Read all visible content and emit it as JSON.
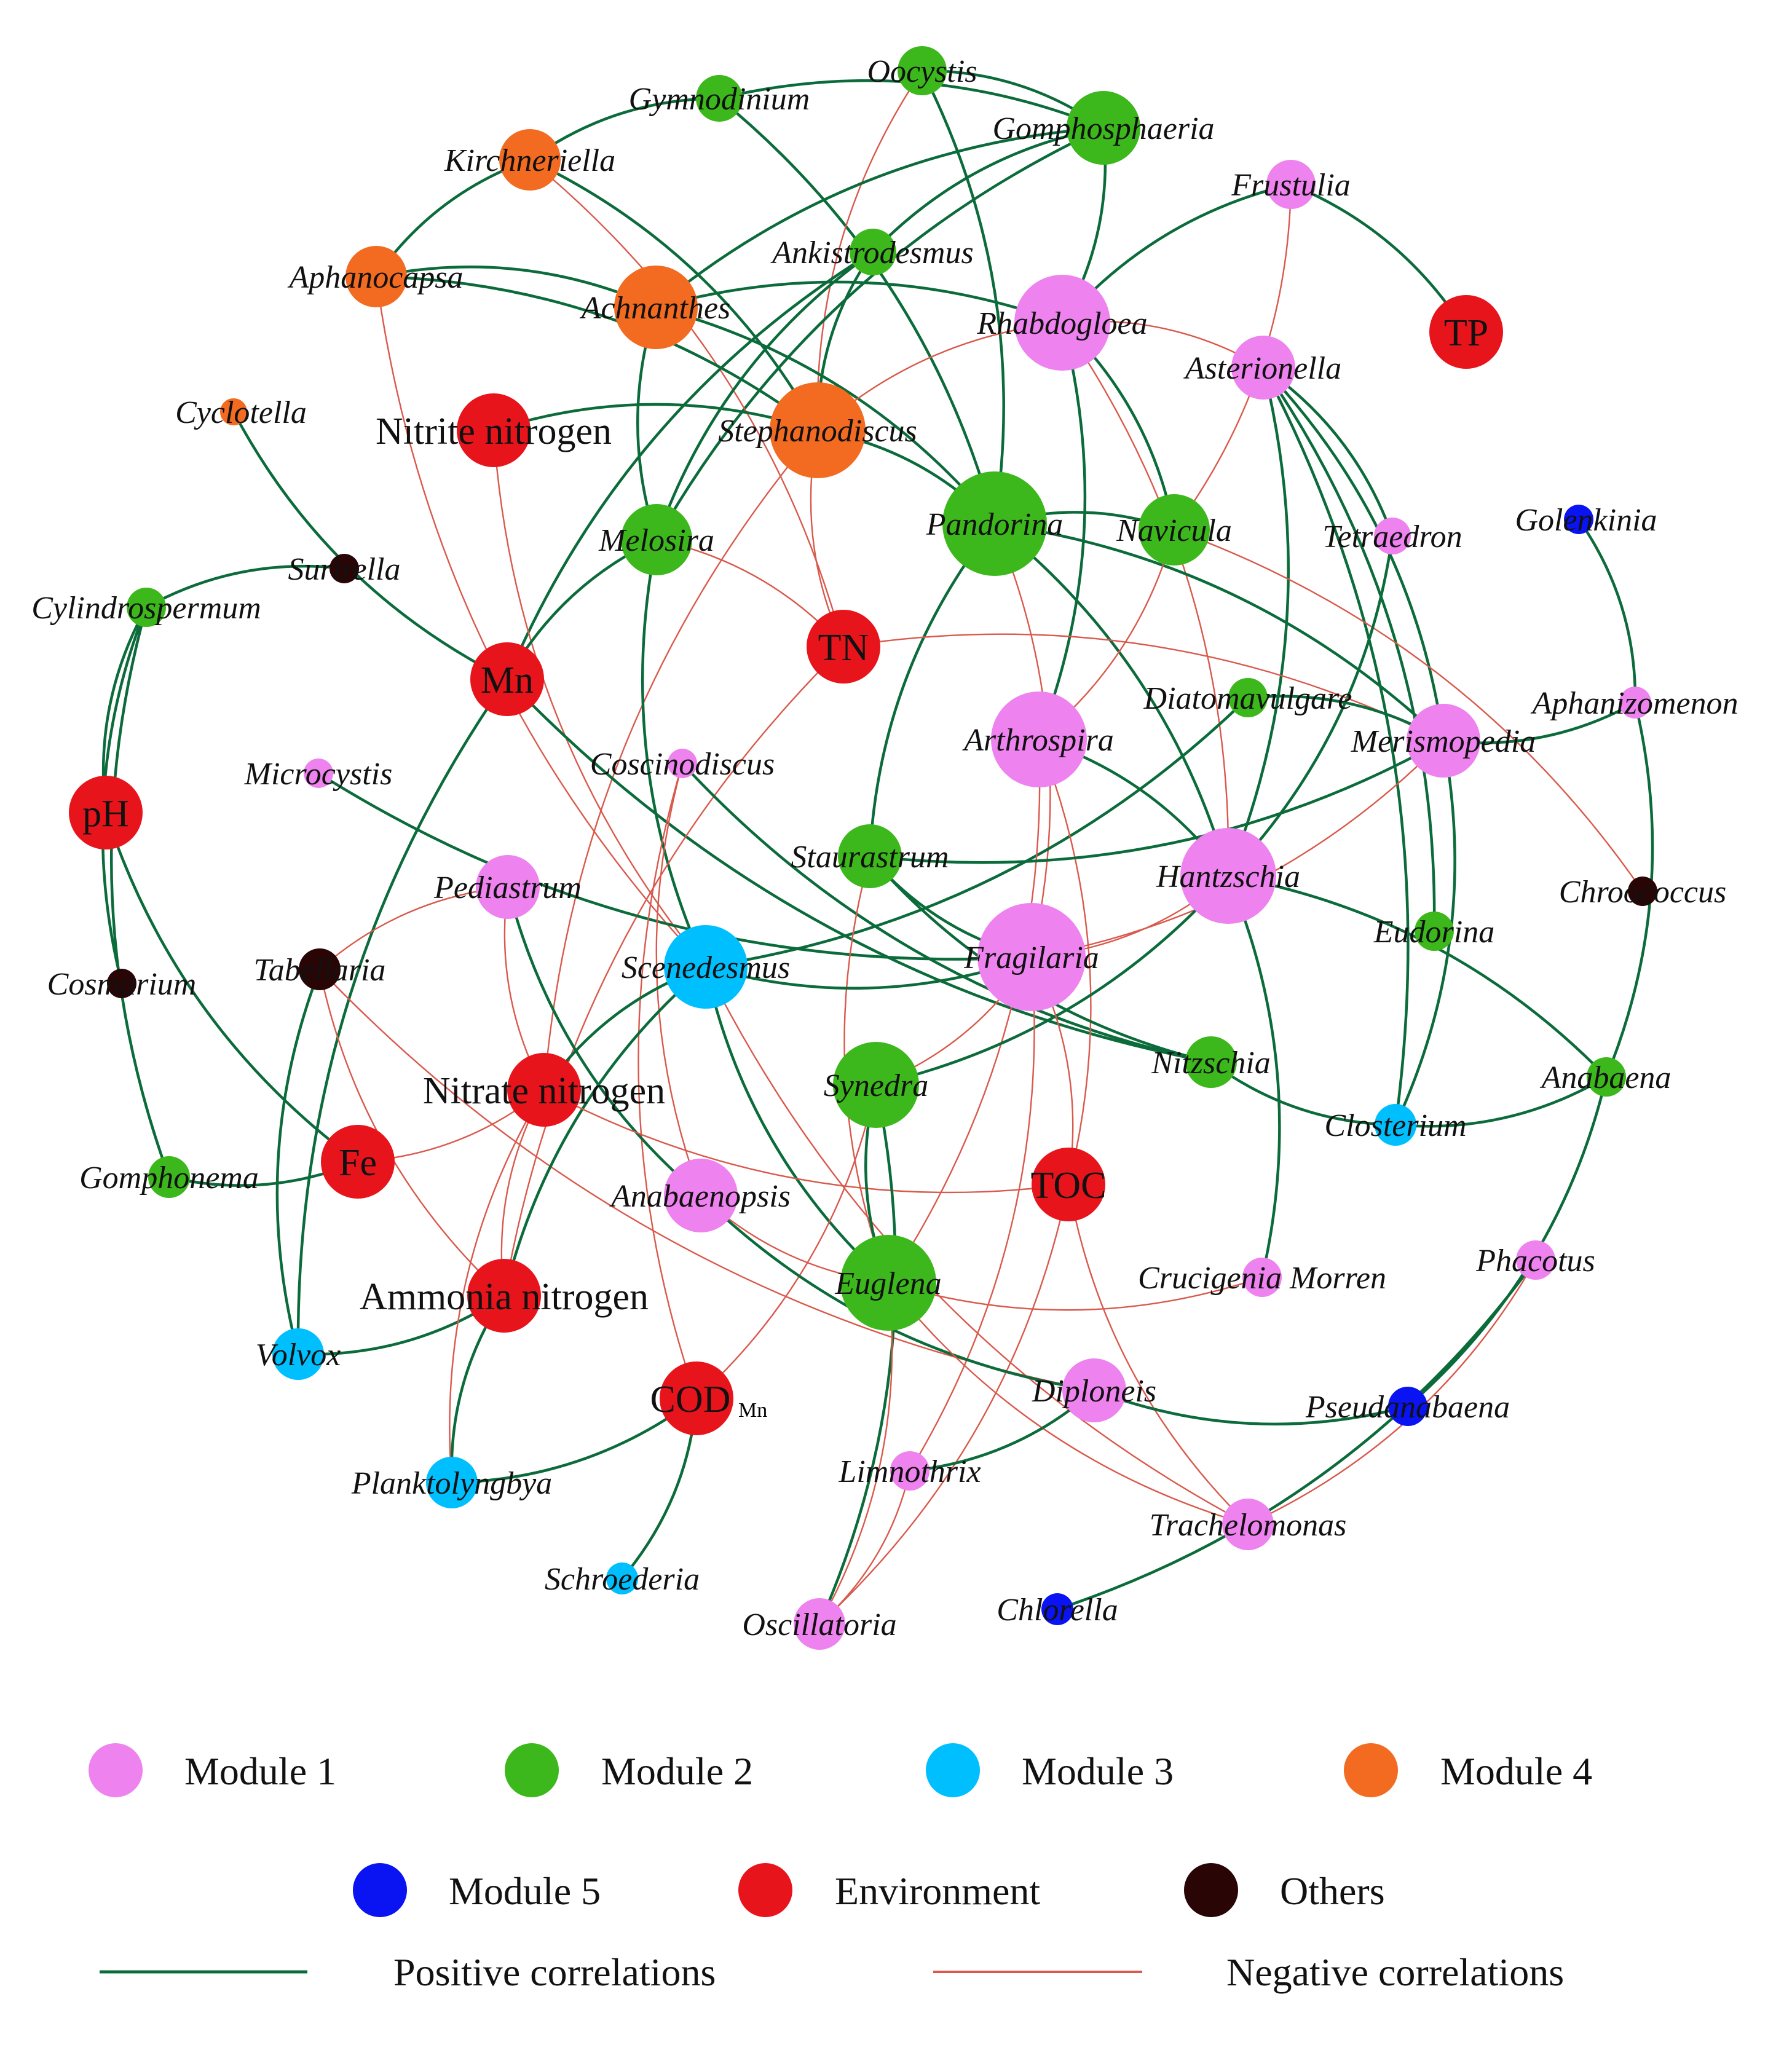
{
  "colors": {
    "module1": "#ee82ee",
    "module2": "#3cb81c",
    "module3": "#00bfff",
    "module4": "#f26b21",
    "module5": "#0a13f2",
    "environment": "#e8141b",
    "others": "#2a0505",
    "positive": "#0b6b3a",
    "negative": "#d9594c"
  },
  "nodes": [
    {
      "id": "Oocystis",
      "label": "Oocystis",
      "group": "module2"
    },
    {
      "id": "Gymnodinium",
      "label": "Gymnodinium",
      "group": "module2"
    },
    {
      "id": "Gomphosphaeria",
      "label": "Gomphosphaeria",
      "group": "module2"
    },
    {
      "id": "Kirchneriella",
      "label": "Kirchneriella",
      "group": "module4"
    },
    {
      "id": "Frustulia",
      "label": "Frustulia",
      "group": "module1"
    },
    {
      "id": "Ankistrodesmus",
      "label": "Ankistrodesmus",
      "group": "module2"
    },
    {
      "id": "Aphanocapsa",
      "label": "Aphanocapsa",
      "group": "module4"
    },
    {
      "id": "Achnanthes",
      "label": "Achnanthes",
      "group": "module4"
    },
    {
      "id": "Rhabdogloea",
      "label": "Rhabdogloea",
      "group": "module1"
    },
    {
      "id": "TP",
      "label": "TP",
      "group": "environment"
    },
    {
      "id": "Asterionella",
      "label": "Asterionella",
      "group": "module1"
    },
    {
      "id": "Cyclotella",
      "label": "Cyclotella",
      "group": "module4"
    },
    {
      "id": "Nitrite",
      "label": "Nitrite nitrogen",
      "group": "environment"
    },
    {
      "id": "Stephanodiscus",
      "label": "Stephanodiscus",
      "group": "module4"
    },
    {
      "id": "Pandorina",
      "label": "Pandorina",
      "group": "module2"
    },
    {
      "id": "Navicula",
      "label": "Navicula",
      "group": "module2"
    },
    {
      "id": "Tetraedron",
      "label": "Tetraedron",
      "group": "module1"
    },
    {
      "id": "Golenkinia",
      "label": "Golenkinia",
      "group": "module5"
    },
    {
      "id": "Melosira",
      "label": "Melosira",
      "group": "module2"
    },
    {
      "id": "Surirella",
      "label": "Surirella",
      "group": "others"
    },
    {
      "id": "Cylindrospermum",
      "label": "Cylindrospermum",
      "group": "module2"
    },
    {
      "id": "TN",
      "label": "TN",
      "group": "environment"
    },
    {
      "id": "Mn",
      "label": "Mn",
      "group": "environment"
    },
    {
      "id": "Diatomavulgare",
      "label": "Diatomavulgare",
      "group": "module2"
    },
    {
      "id": "Aphanizomenon",
      "label": "Aphanizomenon",
      "group": "module1"
    },
    {
      "id": "Arthrospira",
      "label": "Arthrospira",
      "group": "module1"
    },
    {
      "id": "Merismopedia",
      "label": "Merismopedia",
      "group": "module1"
    },
    {
      "id": "Microcystis",
      "label": "Microcystis",
      "group": "module1"
    },
    {
      "id": "Coscinodiscus",
      "label": "Coscinodiscus",
      "group": "module1"
    },
    {
      "id": "pH",
      "label": "pH",
      "group": "environment"
    },
    {
      "id": "Staurastrum",
      "label": "Staurastrum",
      "group": "module2"
    },
    {
      "id": "Hantzschia",
      "label": "Hantzschia",
      "group": "module1"
    },
    {
      "id": "Chroococcus",
      "label": "Chroococcus",
      "group": "others"
    },
    {
      "id": "Pediastrum",
      "label": "Pediastrum",
      "group": "module1"
    },
    {
      "id": "Eudorina",
      "label": "Eudorina",
      "group": "module2"
    },
    {
      "id": "Fragilaria",
      "label": "Fragilaria",
      "group": "module1"
    },
    {
      "id": "Tabellaria",
      "label": "Tabellaria",
      "group": "others"
    },
    {
      "id": "Scenedesmus",
      "label": "Scenedesmus",
      "group": "module3"
    },
    {
      "id": "Cosmarium",
      "label": "Cosmarium",
      "group": "others"
    },
    {
      "id": "Nitzschia",
      "label": "Nitzschia",
      "group": "module2"
    },
    {
      "id": "Nitrate",
      "label": "Nitrate nitrogen",
      "group": "environment"
    },
    {
      "id": "Synedra",
      "label": "Synedra",
      "group": "module2"
    },
    {
      "id": "Anabaena",
      "label": "Anabaena",
      "group": "module2"
    },
    {
      "id": "Closterium",
      "label": "Closterium",
      "group": "module3"
    },
    {
      "id": "Fe",
      "label": "Fe",
      "group": "environment"
    },
    {
      "id": "Gomphonema",
      "label": "Gomphonema",
      "group": "module2"
    },
    {
      "id": "TOC",
      "label": "TOC",
      "group": "environment"
    },
    {
      "id": "Anabaenopsis",
      "label": "Anabaenopsis",
      "group": "module1"
    },
    {
      "id": "Phacotus",
      "label": "Phacotus",
      "group": "module1"
    },
    {
      "id": "Crucigenia",
      "label": "Crucigenia Morren",
      "group": "module1"
    },
    {
      "id": "Euglena",
      "label": "Euglena",
      "group": "module2"
    },
    {
      "id": "Ammonia",
      "label": "Ammonia nitrogen",
      "group": "environment"
    },
    {
      "id": "Volvox",
      "label": "Volvox",
      "group": "module3"
    },
    {
      "id": "Diploneis",
      "label": "Diploneis",
      "group": "module1"
    },
    {
      "id": "CODMn",
      "label": "COD",
      "sub": "Mn",
      "group": "environment"
    },
    {
      "id": "Pseudanabaena",
      "label": "Pseudanabaena",
      "group": "module5"
    },
    {
      "id": "Planktolyngbya",
      "label": "Planktolyngbya",
      "group": "module3"
    },
    {
      "id": "Limnothrix",
      "label": "Limnothrix",
      "group": "module1"
    },
    {
      "id": "Trachelomonas",
      "label": "Trachelomonas",
      "group": "module1"
    },
    {
      "id": "Schroederia",
      "label": "Schroederia",
      "group": "module3"
    },
    {
      "id": "Chlorella",
      "label": "Chlorella",
      "group": "module5"
    },
    {
      "id": "Oscillatoria",
      "label": "Oscillatoria",
      "group": "module1"
    }
  ],
  "edges": [
    {
      "s": "Gymnodinium",
      "t": "Gomphosphaeria",
      "sign": "positive"
    },
    {
      "s": "Gymnodinium",
      "t": "Kirchneriella",
      "sign": "positive"
    },
    {
      "s": "Gymnodinium",
      "t": "Pandorina",
      "sign": "positive"
    },
    {
      "s": "Oocystis",
      "t": "Gomphosphaeria",
      "sign": "positive"
    },
    {
      "s": "Oocystis",
      "t": "Pandorina",
      "sign": "positive"
    },
    {
      "s": "Oocystis",
      "t": "Stephanodiscus",
      "sign": "negative"
    },
    {
      "s": "Gomphosphaeria",
      "t": "Melosira",
      "sign": "positive"
    },
    {
      "s": "Gomphosphaeria",
      "t": "Ankistrodesmus",
      "sign": "positive"
    },
    {
      "s": "Gomphosphaeria",
      "t": "Rhabdogloea",
      "sign": "positive"
    },
    {
      "s": "Gomphosphaeria",
      "t": "Achnanthes",
      "sign": "positive"
    },
    {
      "s": "Kirchneriella",
      "t": "Aphanocapsa",
      "sign": "positive"
    },
    {
      "s": "Kirchneriella",
      "t": "Stephanodiscus",
      "sign": "positive"
    },
    {
      "s": "Kirchneriella",
      "t": "TN",
      "sign": "negative"
    },
    {
      "s": "Aphanocapsa",
      "t": "Achnanthes",
      "sign": "positive"
    },
    {
      "s": "Aphanocapsa",
      "t": "Stephanodiscus",
      "sign": "positive"
    },
    {
      "s": "Aphanocapsa",
      "t": "Scenedesmus",
      "sign": "negative"
    },
    {
      "s": "Achnanthes",
      "t": "Rhabdogloea",
      "sign": "positive"
    },
    {
      "s": "Achnanthes",
      "t": "Melosira",
      "sign": "positive"
    },
    {
      "s": "Achnanthes",
      "t": "Pandorina",
      "sign": "positive"
    },
    {
      "s": "Ankistrodesmus",
      "t": "Melosira",
      "sign": "positive"
    },
    {
      "s": "Ankistrodesmus",
      "t": "Stephanodiscus",
      "sign": "positive"
    },
    {
      "s": "Ankistrodesmus",
      "t": "Mn",
      "sign": "positive"
    },
    {
      "s": "Frustulia",
      "t": "TP",
      "sign": "positive"
    },
    {
      "s": "Frustulia",
      "t": "Rhabdogloea",
      "sign": "positive"
    },
    {
      "s": "Frustulia",
      "t": "Navicula",
      "sign": "negative"
    },
    {
      "s": "Rhabdogloea",
      "t": "Navicula",
      "sign": "positive"
    },
    {
      "s": "Rhabdogloea",
      "t": "Arthrospira",
      "sign": "positive"
    },
    {
      "s": "Rhabdogloea",
      "t": "Asterionella",
      "sign": "negative"
    },
    {
      "s": "Rhabdogloea",
      "t": "Stephanodiscus",
      "sign": "negative"
    },
    {
      "s": "Rhabdogloea",
      "t": "Hantzschia",
      "sign": "negative"
    },
    {
      "s": "Asterionella",
      "t": "Hantzschia",
      "sign": "positive"
    },
    {
      "s": "Asterionella",
      "t": "Eudorina",
      "sign": "positive"
    },
    {
      "s": "Asterionella",
      "t": "Closterium",
      "sign": "positive"
    },
    {
      "s": "Asterionella",
      "t": "Merismopedia",
      "sign": "positive"
    },
    {
      "s": "Asterionella",
      "t": "Tetraedron",
      "sign": "positive"
    },
    {
      "s": "Cyclotella",
      "t": "Mn",
      "sign": "positive"
    },
    {
      "s": "Nitrite",
      "t": "Stephanodiscus",
      "sign": "positive"
    },
    {
      "s": "Nitrite",
      "t": "Scenedesmus",
      "sign": "negative"
    },
    {
      "s": "Stephanodiscus",
      "t": "Pandorina",
      "sign": "positive"
    },
    {
      "s": "Stephanodiscus",
      "t": "TN",
      "sign": "negative"
    },
    {
      "s": "Stephanodiscus",
      "t": "Nitrate",
      "sign": "negative"
    },
    {
      "s": "Pandorina",
      "t": "Navicula",
      "sign": "positive"
    },
    {
      "s": "Pandorina",
      "t": "Merismopedia",
      "sign": "positive"
    },
    {
      "s": "Pandorina",
      "t": "Staurastrum",
      "sign": "positive"
    },
    {
      "s": "Pandorina",
      "t": "Hantzschia",
      "sign": "positive"
    },
    {
      "s": "Pandorina",
      "t": "Fragilaria",
      "sign": "negative"
    },
    {
      "s": "Navicula",
      "t": "Arthrospira",
      "sign": "negative"
    },
    {
      "s": "Navicula",
      "t": "Chroococcus",
      "sign": "negative"
    },
    {
      "s": "Tetraedron",
      "t": "Hantzschia",
      "sign": "positive"
    },
    {
      "s": "Golenkinia",
      "t": "Aphanizomenon",
      "sign": "positive"
    },
    {
      "s": "Melosira",
      "t": "Mn",
      "sign": "positive"
    },
    {
      "s": "Melosira",
      "t": "Scenedesmus",
      "sign": "positive"
    },
    {
      "s": "Melosira",
      "t": "TN",
      "sign": "negative"
    },
    {
      "s": "Surirella",
      "t": "Cylindrospermum",
      "sign": "positive"
    },
    {
      "s": "Cylindrospermum",
      "t": "pH",
      "sign": "positive"
    },
    {
      "s": "Cylindrospermum",
      "t": "Gomphonema",
      "sign": "positive"
    },
    {
      "s": "Cylindrospermum",
      "t": "Cosmarium",
      "sign": "positive"
    },
    {
      "s": "pH",
      "t": "Fe",
      "sign": "positive"
    },
    {
      "s": "Mn",
      "t": "Volvox",
      "sign": "positive"
    },
    {
      "s": "Mn",
      "t": "Nitzschia",
      "sign": "positive"
    },
    {
      "s": "TN",
      "t": "Merismopedia",
      "sign": "negative"
    },
    {
      "s": "TN",
      "t": "Ammonia",
      "sign": "negative"
    },
    {
      "s": "Microcystis",
      "t": "Fragilaria",
      "sign": "positive"
    },
    {
      "s": "Coscinodiscus",
      "t": "Anabaenopsis",
      "sign": "negative"
    },
    {
      "s": "Coscinodiscus",
      "t": "CODMn",
      "sign": "negative"
    },
    {
      "s": "Coscinodiscus",
      "t": "Nitzschia",
      "sign": "positive"
    },
    {
      "s": "Diatomavulgare",
      "t": "Scenedesmus",
      "sign": "positive"
    },
    {
      "s": "Diatomavulgare",
      "t": "Merismopedia",
      "sign": "positive"
    },
    {
      "s": "Aphanizomenon",
      "t": "Merismopedia",
      "sign": "positive"
    },
    {
      "s": "Aphanizomenon",
      "t": "Anabaena",
      "sign": "positive"
    },
    {
      "s": "Arthrospira",
      "t": "Hantzschia",
      "sign": "positive"
    },
    {
      "s": "Arthrospira",
      "t": "TOC",
      "sign": "negative"
    },
    {
      "s": "Arthrospira",
      "t": "Euglena",
      "sign": "negative"
    },
    {
      "s": "Merismopedia",
      "t": "Closterium",
      "sign": "positive"
    },
    {
      "s": "Merismopedia",
      "t": "Fragilaria",
      "sign": "negative"
    },
    {
      "s": "Merismopedia",
      "t": "Staurastrum",
      "sign": "positive"
    },
    {
      "s": "Staurastrum",
      "t": "Fragilaria",
      "sign": "positive"
    },
    {
      "s": "Staurastrum",
      "t": "Nitzschia",
      "sign": "positive"
    },
    {
      "s": "Staurastrum",
      "t": "Euglena",
      "sign": "negative"
    },
    {
      "s": "Hantzschia",
      "t": "Anabaena",
      "sign": "positive"
    },
    {
      "s": "Hantzschia",
      "t": "Synedra",
      "sign": "positive"
    },
    {
      "s": "Hantzschia",
      "t": "Fragilaria",
      "sign": "negative"
    },
    {
      "s": "Hantzschia",
      "t": "Crucigenia",
      "sign": "positive"
    },
    {
      "s": "Pediastrum",
      "t": "Tabellaria",
      "sign": "negative"
    },
    {
      "s": "Pediastrum",
      "t": "Anabaenopsis",
      "sign": "positive"
    },
    {
      "s": "Pediastrum",
      "t": "Nitrate",
      "sign": "negative"
    },
    {
      "s": "Fragilaria",
      "t": "Scenedesmus",
      "sign": "positive"
    },
    {
      "s": "Fragilaria",
      "t": "TOC",
      "sign": "negative"
    },
    {
      "s": "Fragilaria",
      "t": "Synedra",
      "sign": "negative"
    },
    {
      "s": "Fragilaria",
      "t": "Limnothrix",
      "sign": "negative"
    },
    {
      "s": "Tabellaria",
      "t": "Volvox",
      "sign": "positive"
    },
    {
      "s": "Tabellaria",
      "t": "Diploneis",
      "sign": "negative"
    },
    {
      "s": "Scenedesmus",
      "t": "Nitrate",
      "sign": "positive"
    },
    {
      "s": "Scenedesmus",
      "t": "Ammonia",
      "sign": "positive"
    },
    {
      "s": "Scenedesmus",
      "t": "Euglena",
      "sign": "positive"
    },
    {
      "s": "Scenedesmus",
      "t": "Trachelomonas",
      "sign": "negative"
    },
    {
      "s": "Nitrate",
      "t": "Fe",
      "sign": "negative"
    },
    {
      "s": "Nitrate",
      "t": "Ammonia",
      "sign": "negative"
    },
    {
      "s": "Nitrate",
      "t": "TOC",
      "sign": "negative"
    },
    {
      "s": "Nitzschia",
      "t": "Closterium",
      "sign": "positive"
    },
    {
      "s": "Synedra",
      "t": "Euglena",
      "sign": "positive"
    },
    {
      "s": "Synedra",
      "t": "Oscillatoria",
      "sign": "positive"
    },
    {
      "s": "Synedra",
      "t": "CODMn",
      "sign": "negative"
    },
    {
      "s": "Anabaena",
      "t": "Closterium",
      "sign": "positive"
    },
    {
      "s": "Anabaena",
      "t": "Pseudanabaena",
      "sign": "positive"
    },
    {
      "s": "Gomphonema",
      "t": "Fe",
      "sign": "positive"
    },
    {
      "s": "TOC",
      "t": "Oscillatoria",
      "sign": "negative"
    },
    {
      "s": "TOC",
      "t": "Trachelomonas",
      "sign": "negative"
    },
    {
      "s": "Anabaenopsis",
      "t": "Diploneis",
      "sign": "positive"
    },
    {
      "s": "Anabaenopsis",
      "t": "Euglena",
      "sign": "negative"
    },
    {
      "s": "Phacotus",
      "t": "Chlorella",
      "sign": "positive"
    },
    {
      "s": "Phacotus",
      "t": "Trachelomonas",
      "sign": "negative"
    },
    {
      "s": "Crucigenia",
      "t": "Euglena",
      "sign": "negative"
    },
    {
      "s": "Euglena",
      "t": "Trachelomonas",
      "sign": "negative"
    },
    {
      "s": "Euglena",
      "t": "Oscillatoria",
      "sign": "negative"
    },
    {
      "s": "Ammonia",
      "t": "Volvox",
      "sign": "positive"
    },
    {
      "s": "Ammonia",
      "t": "Planktolyngbya",
      "sign": "positive"
    },
    {
      "s": "Ammonia",
      "t": "Tabellaria",
      "sign": "negative"
    },
    {
      "s": "Diploneis",
      "t": "Limnothrix",
      "sign": "positive"
    },
    {
      "s": "Diploneis",
      "t": "Pseudanabaena",
      "sign": "positive"
    },
    {
      "s": "CODMn",
      "t": "Planktolyngbya",
      "sign": "positive"
    },
    {
      "s": "CODMn",
      "t": "Schroederia",
      "sign": "positive"
    },
    {
      "s": "Planktolyngbya",
      "t": "Nitrate",
      "sign": "negative"
    },
    {
      "s": "Limnothrix",
      "t": "Oscillatoria",
      "sign": "negative"
    }
  ],
  "legend": {
    "module1": "Module 1",
    "module2": "Module 2",
    "module3": "Module 3",
    "module4": "Module 4",
    "module5": "Module 5",
    "environment": "Environment",
    "others": "Others",
    "positive": "Positive correlations",
    "negative": "Negative correlations"
  }
}
